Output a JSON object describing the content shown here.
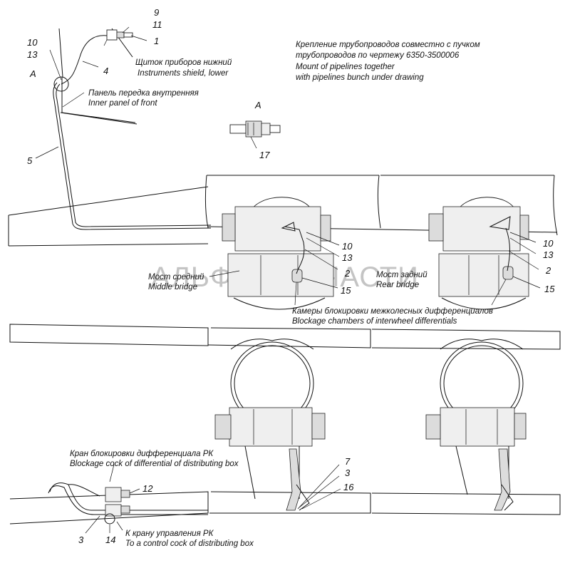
{
  "watermark": "АЛЬФА-ЗАПЧАСТИ",
  "callouts": {
    "top_left": [
      "9",
      "11",
      "1",
      "10",
      "13",
      "4",
      "5"
    ],
    "detail_a": "17",
    "middle_bridge": [
      "10",
      "13",
      "2",
      "15"
    ],
    "rear_bridge": [
      "10",
      "13",
      "2",
      "15"
    ],
    "lower_center": [
      "7",
      "3",
      "16"
    ],
    "lower_left": [
      "12",
      "3",
      "14"
    ]
  },
  "labels": {
    "view_a_marker": "A",
    "detail_a_title": "A",
    "instruments_shield_ru": "Щиток приборов нижний",
    "instruments_shield_en": "Instruments shield, lower",
    "inner_panel_ru": "Панель передка внутренняя",
    "inner_panel_en": "Inner panel of front",
    "mount_ru_1": "Крепление трубопроводов совместно с пучком",
    "mount_ru_2": "трубопроводов по чертежу 6350-3500006",
    "mount_en_1": "Mount of pipelines together",
    "mount_en_2": "with pipelines bunch under drawing",
    "middle_bridge_ru": "Мост средний",
    "middle_bridge_en": "Middle bridge",
    "rear_bridge_ru": "Мост задний",
    "rear_bridge_en": "Rear bridge",
    "blockage_chambers_ru": "Камеры блокировки межколесных дифференциалов",
    "blockage_chambers_en": "Blockage chambers of interwheel differentials",
    "cock_ru": "Кран блокировки дифференциала РК",
    "cock_en": "Blockage cock of differential of distributing box",
    "control_cock_ru": "К крану управления РК",
    "control_cock_en": "To a control cock of distributing box"
  }
}
